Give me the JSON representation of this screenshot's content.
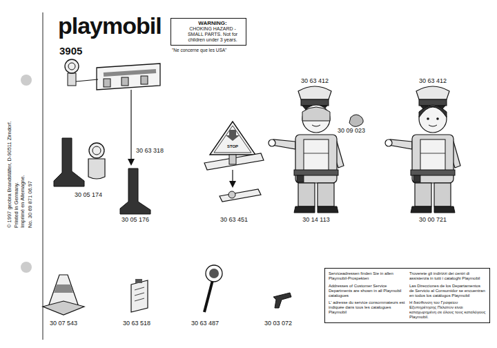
{
  "diagram": {
    "nodes": [
      {
        "text": [
          "WARNING:",
          "CHOKING HAZARD - SMALL PARTS. Not for children under 3 years."
        ]
      },
      {
        "text": [
          "Serviceadressen finden Sie in allen Playmobil-Prospekten",
          "Addresses of Customer Service Departments are shown in all Playmobil catalogues",
          "L' adresse du service consommateurs est indiquée dans tous les catalogues Playmobil",
          "Troverete gli indirizzi dei centri di assistenza in tutti i cataloghi Playmobil",
          "Las Direcciones de los Departamentos de Servicio al Consumidor se encuentran en todos los catálogos Playmobil",
          "Η διεύθυνση του Γραφείου Εξυπηρέτησης Πελατών είναι καταχωρημένη σε όλους τους καταλόγους Playmobil."
        ]
      }
    ],
    "edges": [],
    "labels": [
      "playmobil",
      "3905",
      "\"Ne concerne que les USA\"",
      "© 1997 geobra Brandstätter, D-90511 Zirndorf.",
      "Printed in Germany.",
      "Imprimé en Allemagne.",
      "No. 30 69 871 06.97",
      "30 63 318",
      "30 05 174",
      "30 05 176",
      "STOP",
      "30 63 451",
      "30 63 412",
      "30 09 023",
      "30 14 113",
      "30 63 412",
      "30 00 721",
      "30 07 543",
      "30 63 518",
      "30 63 487",
      "30 03 072"
    ]
  }
}
